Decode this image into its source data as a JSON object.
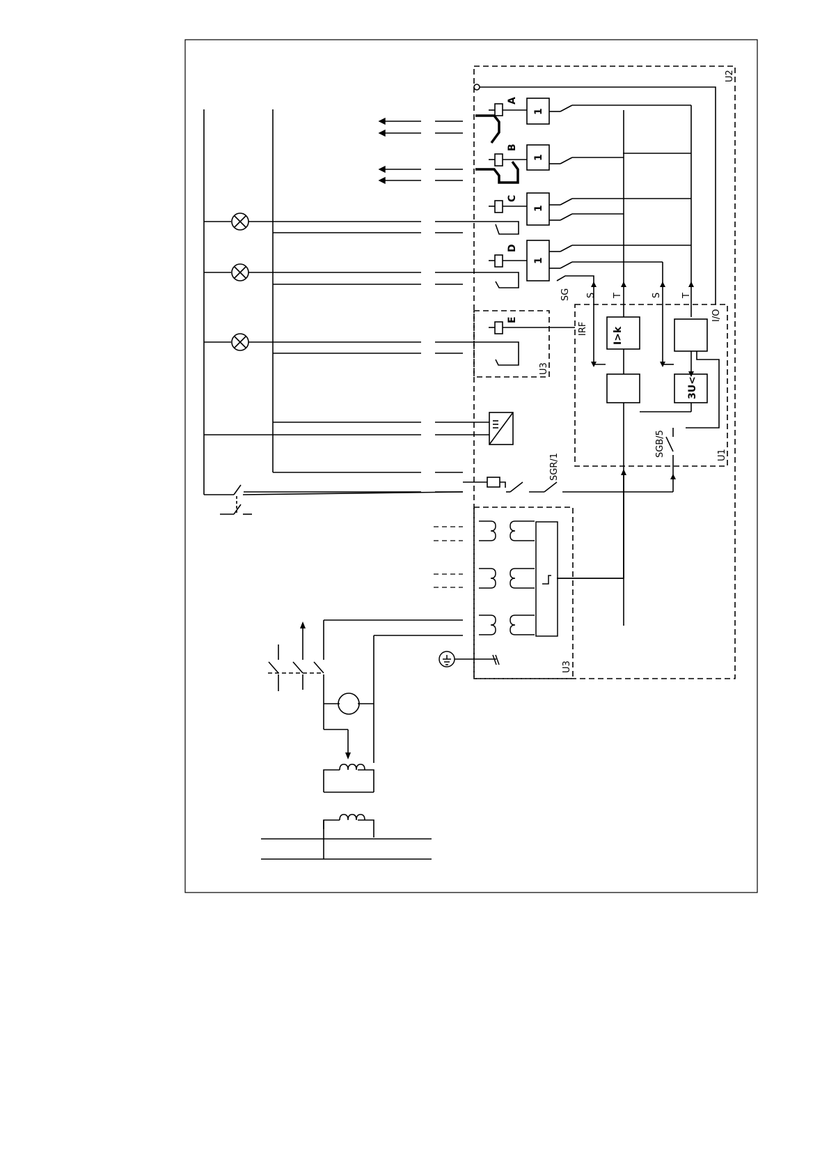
{
  "relays": {
    "A": {
      "label": "A",
      "logic": "1"
    },
    "B": {
      "label": "B",
      "logic": "1"
    },
    "C": {
      "label": "C",
      "logic": "1"
    },
    "D": {
      "label": "D",
      "logic": "1"
    },
    "E": {
      "label": "E"
    }
  },
  "modules": {
    "u1": "U1",
    "u2": "U2",
    "u3_top": "U3",
    "u3_bottom": "U3",
    "io": "I/O"
  },
  "signals": {
    "sg": "SG",
    "s1": "S",
    "t1": "T",
    "s2": "S",
    "t2": "T",
    "irf": "IRF",
    "sgb5": "SGB/5",
    "sgr1": "SGR/1"
  },
  "function_blocks": {
    "overcurrent": "I>k",
    "undervoltage": "3U<"
  },
  "icons": [
    "signal-lamp-icon",
    "output-arrow-icon",
    "dc-dc-converter-icon",
    "earth-icon",
    "transformer-coil-icon",
    "motor-icon",
    "switch-contact-icon"
  ]
}
